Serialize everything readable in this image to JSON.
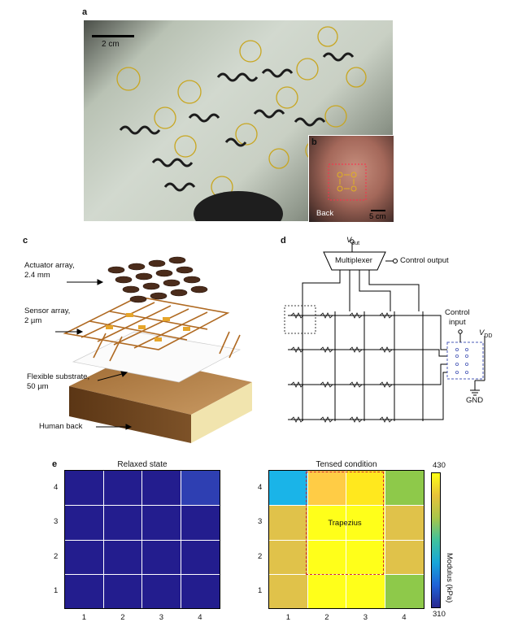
{
  "panels": {
    "a": "a",
    "b": "b",
    "c": "c",
    "d": "d",
    "e": "e"
  },
  "panel_a": {
    "scale_bar": "2 cm"
  },
  "panel_b": {
    "back_label": "Back",
    "scale_bar": "5 cm"
  },
  "panel_c": {
    "actuator": [
      "Actuator array,",
      "2.4 mm"
    ],
    "sensor": [
      "Sensor array,",
      "2 µm"
    ],
    "substrate": [
      "Flexible substrate,",
      "50 µm"
    ],
    "human_back": "Human back"
  },
  "panel_d": {
    "vout_main": "V",
    "vout_sub": "out",
    "multiplexer": "Multiplexer",
    "control_output": "Control output",
    "control_input": [
      "Control",
      "input"
    ],
    "vdd_main": "V",
    "vdd_sub": "DD",
    "gnd": "GND"
  },
  "chart_data": [
    {
      "type": "heatmap",
      "title": "Relaxed state",
      "x": [
        "1",
        "2",
        "3",
        "4"
      ],
      "y": [
        "1",
        "2",
        "3",
        "4"
      ],
      "colors": [
        [
          "#231d8e",
          "#231d8e",
          "#231d8e",
          "#231d8e"
        ],
        [
          "#231d8e",
          "#231d8e",
          "#231d8e",
          "#231d8e"
        ],
        [
          "#231d8e",
          "#231d8e",
          "#231d8e",
          "#231d8e"
        ],
        [
          "#231d8e",
          "#231d8e",
          "#231d8e",
          "#2e3fb2"
        ]
      ]
    },
    {
      "type": "heatmap",
      "title": "Tensed condition",
      "x": [
        "1",
        "2",
        "3",
        "4"
      ],
      "y": [
        "1",
        "2",
        "3",
        "4"
      ],
      "colors": [
        [
          "#e0c24a",
          "#ffff1a",
          "#ffff1a",
          "#8ec94a"
        ],
        [
          "#e0c24a",
          "#ffff1a",
          "#ffff1a",
          "#e0c24a"
        ],
        [
          "#e0c24a",
          "#ffff1a",
          "#ffff1a",
          "#e0c24a"
        ],
        [
          "#1ab4e8",
          "#ffcc45",
          "#ffe81e",
          "#8ec94a"
        ]
      ],
      "annotation": "Trapezius",
      "colorbar": {
        "min": 310,
        "max": 430,
        "label": "Modulus (kPa)",
        "colors": [
          "#29288f",
          "#1f63d8",
          "#17a6d9",
          "#3fc29d",
          "#a8c64a",
          "#e6c23a",
          "#ffff14"
        ]
      }
    }
  ]
}
